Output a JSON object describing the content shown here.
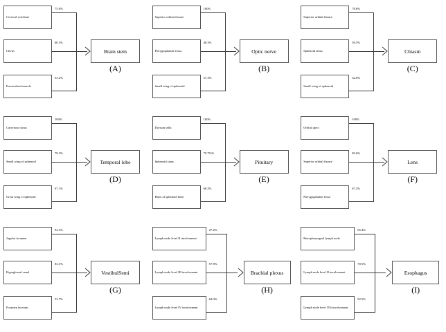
{
  "figure": {
    "type": "diagram",
    "layout": "3x3 grid of fan-in flow diagrams",
    "panels": [
      {
        "letter": "(A)",
        "target": "Brain stem",
        "sources": [
          {
            "label": "Cervical vertebrae",
            "value": "75.0%"
          },
          {
            "label": "Clivus",
            "value": "60.5%"
          },
          {
            "label": "Prevertebral muscle",
            "value": "53.2%"
          }
        ]
      },
      {
        "letter": "(B)",
        "target": "Optic nerve",
        "sources": [
          {
            "label": "Superior orbital fissure",
            "value": "100%"
          },
          {
            "label": "Pterygopalatine fossa",
            "value": "48.3%"
          },
          {
            "label": "Small wing of sphenoid",
            "value": "57.3%"
          }
        ]
      },
      {
        "letter": "(C)",
        "target": "Chiasm",
        "sources": [
          {
            "label": "Superior orbital fissure",
            "value": "78.6%"
          },
          {
            "label": "Sphenoid sinus",
            "value": "59.3%"
          },
          {
            "label": "Small wing of sphenoid",
            "value": "32.6%"
          }
        ]
      },
      {
        "letter": "(D)",
        "target": "Temporal lobe",
        "sources": [
          {
            "label": "Cavernous sinus",
            "value": "100%"
          },
          {
            "label": "Small wing of sphenoid",
            "value": "79.2%"
          },
          {
            "label": "Great wing of sphenoid",
            "value": "67.1%"
          }
        ]
      },
      {
        "letter": "(E)",
        "target": "Pituitary",
        "sources": [
          {
            "label": "Dorsum sella",
            "value": "100%"
          },
          {
            "label": "Sphenoid sinus",
            "value": "79.7%%"
          },
          {
            "label": "Basis of sphenoid bone",
            "value": "60.2%"
          }
        ]
      },
      {
        "letter": "(F)",
        "target": "Lens",
        "sources": [
          {
            "label": "Orbital apex",
            "value": "100%"
          },
          {
            "label": "Superior orbital fissure",
            "value": "82.6%"
          },
          {
            "label": "Pterygopalatine fossa",
            "value": "67.2%"
          }
        ]
      },
      {
        "letter": "(G)",
        "target": "VestibulSemi",
        "sources": [
          {
            "label": "Jugular foramen",
            "value": "92.3%"
          },
          {
            "label": "Hypoglossal canal",
            "value": "83.3%"
          },
          {
            "label": "Foramen lacerum",
            "value": "53.7%"
          }
        ]
      },
      {
        "letter": "(H)",
        "target": "Brachial plexus",
        "sources": [
          {
            "label": "Lymph node level II involvement",
            "value": "27.4%"
          },
          {
            "label": "Lymph node level III involvement",
            "value": "57.8%"
          },
          {
            "label": "Lymph node level IV involvement",
            "value": "64.0%"
          }
        ]
      },
      {
        "letter": "(I)",
        "target": "Esophagus",
        "sources": [
          {
            "label": "Retropharyngeal lymph node",
            "value": "65.4%"
          },
          {
            "label": "Lymph node level II involvement",
            "value": "70.5%"
          },
          {
            "label": "Lymph node level IVb involvement",
            "value": "92.5%"
          }
        ]
      }
    ]
  }
}
